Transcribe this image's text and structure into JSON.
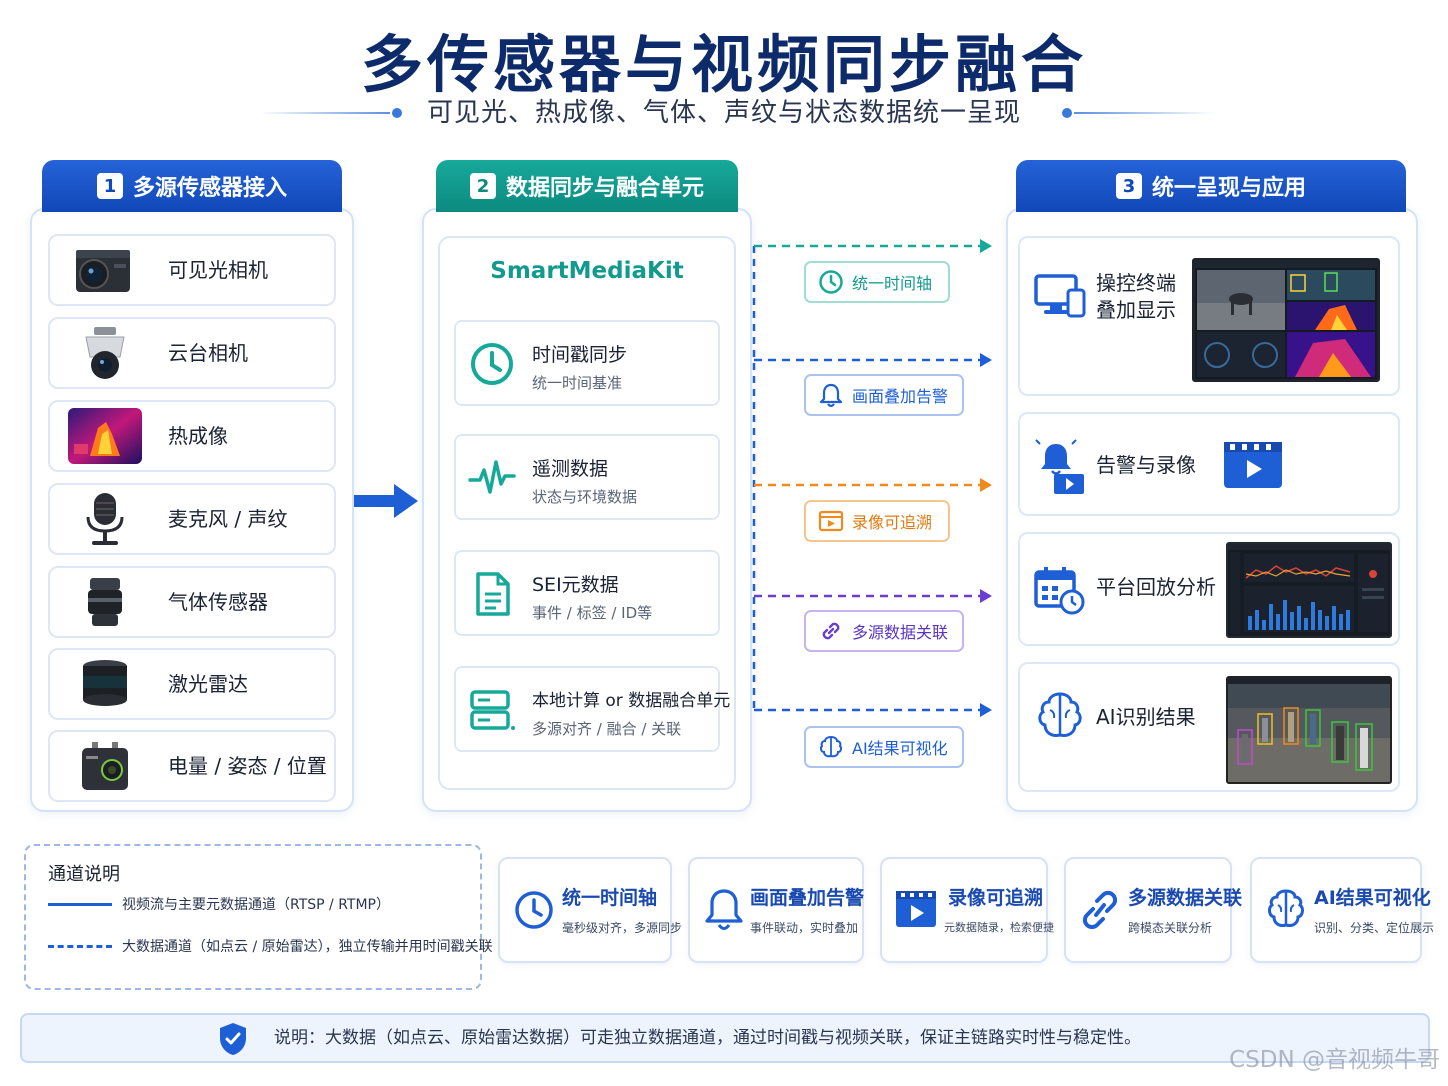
{
  "header": {
    "title": "多传感器与视频同步融合",
    "subtitle": "可见光、热成像、气体、声纹与状态数据统一呈现"
  },
  "columns": {
    "left": {
      "num": "1",
      "title": "多源传感器接入",
      "items": [
        {
          "label": "可见光相机",
          "icon": "box-camera-icon"
        },
        {
          "label": "云台相机",
          "icon": "ptz-camera-icon"
        },
        {
          "label": "热成像",
          "icon": "thermal-image-icon"
        },
        {
          "label": "麦克风 / 声纹",
          "icon": "microphone-icon"
        },
        {
          "label": "气体传感器",
          "icon": "gas-sensor-icon"
        },
        {
          "label": "激光雷达",
          "icon": "lidar-icon"
        },
        {
          "label": "电量 / 姿态 / 位置",
          "icon": "sensor-box-icon"
        }
      ]
    },
    "middle": {
      "num": "2",
      "title": "数据同步与融合单元",
      "kit": "SmartMediaKit",
      "items": [
        {
          "title": "时间戳同步",
          "desc": "统一时间基准",
          "icon": "clock-icon"
        },
        {
          "title": "遥测数据",
          "desc": "状态与环境数据",
          "icon": "pulse-icon"
        },
        {
          "title": "SEI元数据",
          "desc": "事件 / 标签 / ID等",
          "icon": "document-icon"
        },
        {
          "title": "本地计算 or 数据融合单元",
          "desc": "多源对齐 / 融合 / 关联",
          "icon": "server-icon"
        }
      ]
    },
    "right": {
      "num": "3",
      "title": "统一呈现与应用",
      "items": [
        {
          "label_line1": "操控终端",
          "label_line2": "叠加显示",
          "icon": "monitor-phone-icon"
        },
        {
          "label_line1": "告警与录像",
          "label_line2": "",
          "icon": "alarm-video-icon"
        },
        {
          "label_line1": "平台回放分析",
          "label_line2": "",
          "icon": "calendar-clock-icon"
        },
        {
          "label_line1": "AI识别结果",
          "label_line2": "",
          "icon": "brain-icon"
        }
      ]
    }
  },
  "connectors": [
    {
      "label": "统一时间轴",
      "color": "#16a99a",
      "icon": "clock-icon"
    },
    {
      "label": "画面叠加告警",
      "color": "#1f5fd6",
      "icon": "bell-icon"
    },
    {
      "label": "录像可追溯",
      "color": "#f08a1c",
      "icon": "film-icon"
    },
    {
      "label": "多源数据关联",
      "color": "#6a3fd0",
      "icon": "link-icon"
    },
    {
      "label": "AI结果可视化",
      "color": "#1f5fd6",
      "icon": "brain-icon"
    }
  ],
  "legend": {
    "title": "通道说明",
    "solid": "视频流与主要元数据通道（RTSP / RTMP）",
    "dashed": "大数据通道（如点云 / 原始雷达），独立传输并用时间戳关联"
  },
  "features": [
    {
      "title": "统一时间轴",
      "desc": "毫秒级对齐，多源同步",
      "icon": "clock-icon"
    },
    {
      "title": "画面叠加告警",
      "desc": "事件联动，实时叠加",
      "icon": "bell-icon"
    },
    {
      "title": "录像可追溯",
      "desc": "元数据随录，检索便捷",
      "icon": "film-icon"
    },
    {
      "title": "多源数据关联",
      "desc": "跨模态关联分析",
      "icon": "link-icon"
    },
    {
      "title": "AI结果可视化",
      "desc": "识别、分类、定位展示",
      "icon": "brain-icon"
    }
  ],
  "note": "说明：大数据（如点云、原始雷达数据）可走独立数据通道，通过时间戳与视频关联，保证主链路实时性与稳定性。",
  "watermark": "CSDN @音视频牛哥",
  "colors": {
    "blue": "#1f5fd6",
    "teal": "#16a99a",
    "orange": "#f08a1c",
    "purple": "#6a3fd0",
    "navy": "#0d2b6b"
  }
}
